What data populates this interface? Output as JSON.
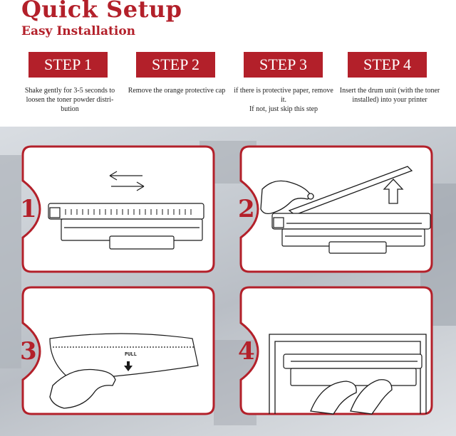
{
  "header": {
    "title": "Quick Setup",
    "subtitle": "Easy Installation"
  },
  "steps": [
    {
      "label": "STEP 1",
      "desc": "Shake gently for 3-5 seconds to loosen the toner powder distri- bution",
      "number": "1"
    },
    {
      "label": "STEP 2",
      "desc": "Remove the orange protective cap",
      "number": "2"
    },
    {
      "label": "STEP 3",
      "desc": "if there is protective paper, remove it.",
      "desc2": "If not, just skip this step",
      "number": "3"
    },
    {
      "label": "STEP 4",
      "desc": "Insert the drum unit (with the toner installed) into your printer",
      "number": "4"
    }
  ],
  "illustration": {
    "pull_label": "PULL"
  },
  "colors": {
    "accent": "#b3202a",
    "panel_fill": "#ffffff",
    "line": "#1a1a1a"
  }
}
